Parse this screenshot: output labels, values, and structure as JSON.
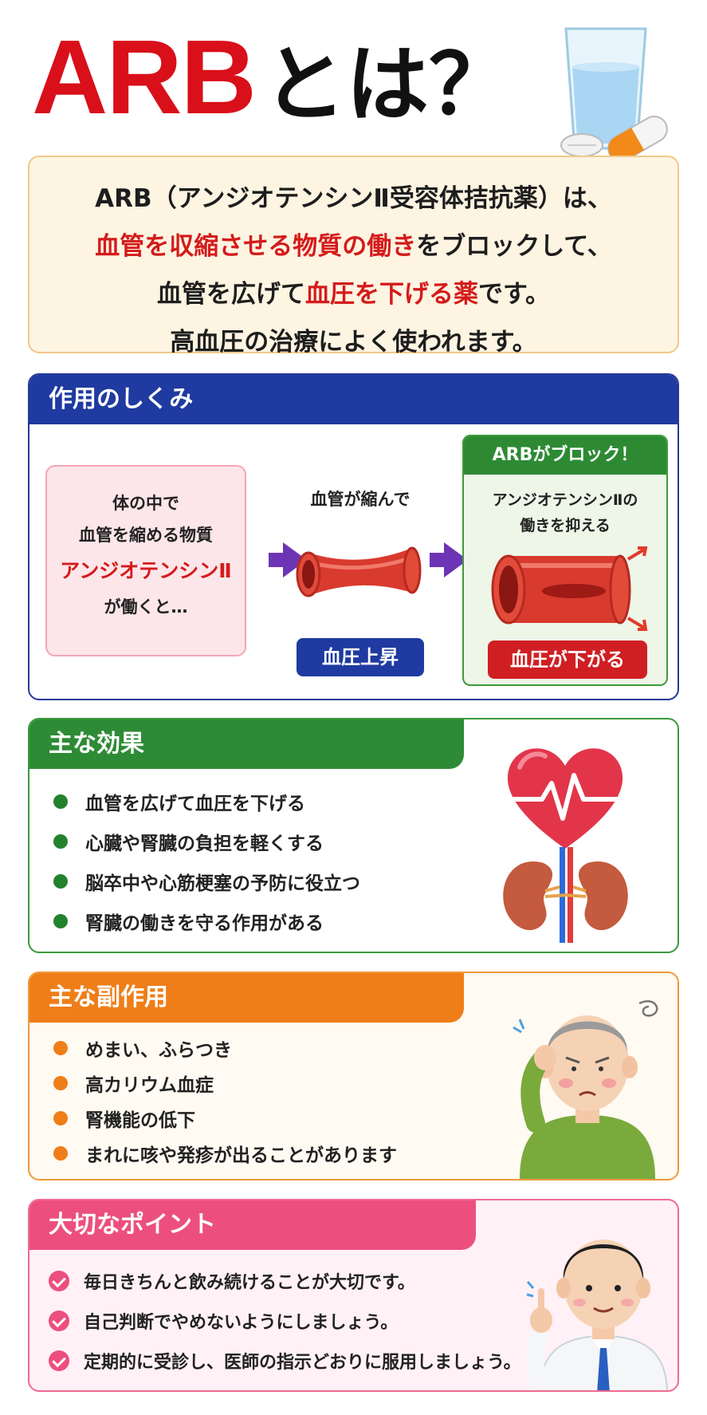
{
  "title": {
    "abbr": "ARB",
    "rest": "とは？"
  },
  "intro": {
    "line1": "ARB（アンジオテンシンⅡ受容体拮抗薬）は、",
    "line2_red": "血管を収縮させる物質の働き",
    "line2_rest": "をブロックして、",
    "line3_a": "血管を広げて",
    "line3_red": "血圧を下げる薬",
    "line3_b": "です。",
    "line4": "高血圧の治療によく使われます。"
  },
  "mechanism": {
    "heading": "作用のしくみ",
    "box_line1": "体の中で",
    "box_line2": "血管を縮める物質",
    "box_highlight": "アンジオテンシンⅡ",
    "box_line4": "が働くと…",
    "middle_label": "血管が縮んで",
    "middle_badge": "血圧上昇",
    "block_heading": "ARBがブロック！",
    "block_line1": "アンジオテンシンⅡの",
    "block_line2": "働きを抑える",
    "block_badge": "血圧が下がる"
  },
  "effects": {
    "heading": "主な効果",
    "items": [
      "血管を広げて血圧を下げる",
      "心臓や腎臓の負担を軽くする",
      "脳卒中や心筋梗塞の予防に役立つ",
      "腎臓の働きを守る作用がある"
    ]
  },
  "side_effects": {
    "heading": "主な副作用",
    "items": [
      "めまい、ふらつき",
      "高カリウム血症",
      "腎機能の低下",
      "まれに咳や発疹が出ることがあります"
    ]
  },
  "points": {
    "heading": "大切なポイント",
    "items": [
      "毎日きちんと飲み続けることが大切です。",
      "自己判断でやめないようにしましょう。",
      "定期的に受診し、医師の指示どおりに服用しましょう。"
    ]
  },
  "colors": {
    "accent_red": "#d41b1b",
    "blue": "#1f3aa0",
    "green": "#2e8b35",
    "orange": "#ef7e18",
    "pink": "#ec4f7e"
  },
  "illustrations": [
    "water-glass-and-pills-icon",
    "blood-vessel-icon",
    "heart-icon",
    "kidneys-icon",
    "dizzy-elderly-man-icon",
    "doctor-icon"
  ]
}
